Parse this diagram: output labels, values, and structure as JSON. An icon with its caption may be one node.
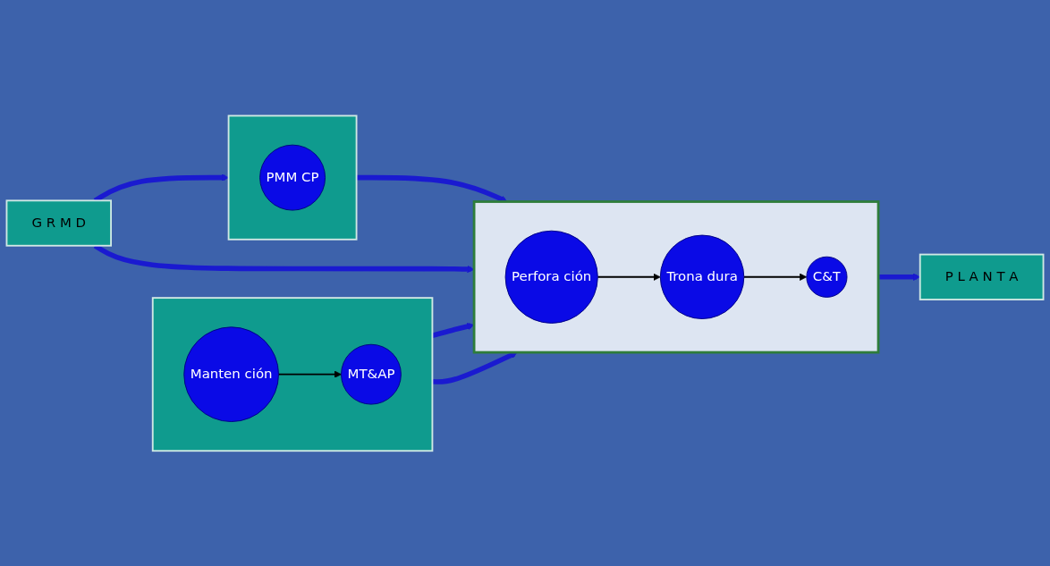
{
  "diagram": {
    "nodes": [
      {
        "text": [
          "G R M D"
        ]
      },
      {
        "text": [],
        "shape": "box"
      },
      {
        "text": [
          "PMM CP"
        ],
        "in": 1
      },
      {
        "text": [],
        "shape": "box"
      },
      {
        "text": [
          "Perfora ción"
        ],
        "in": 3
      },
      {
        "text": [
          "Trona dura"
        ],
        "in": 3
      },
      {
        "text": [
          "C&T"
        ],
        "in": 3
      },
      {
        "text": [],
        "shape": "box"
      },
      {
        "text": [
          "Manten ción"
        ],
        "in": 7
      },
      {
        "text": [
          "MT&AP"
        ],
        "in": 7
      },
      {
        "text": [
          "P L A N T A"
        ]
      }
    ],
    "edges": [
      {
        "from": 0,
        "to": 1,
        "arrow": "to"
      },
      {
        "from": 1,
        "to": 3,
        "arrow": "to"
      },
      {
        "from": 0,
        "to": 3,
        "arrow": "to"
      },
      {
        "from": 4,
        "to": 5,
        "arrow": "to",
        "color": "#000000"
      },
      {
        "from": 5,
        "to": 6,
        "arrow": "to",
        "color": "#000000"
      },
      {
        "from": 3,
        "to": 10,
        "arrow": "to"
      },
      {
        "from": 7,
        "to": 3,
        "arrow": "to"
      },
      {
        "from": 7,
        "to": 3,
        "arrow": "to"
      },
      {
        "from": 8,
        "to": 9,
        "arrow": "to",
        "color": "#000000"
      }
    ]
  }
}
